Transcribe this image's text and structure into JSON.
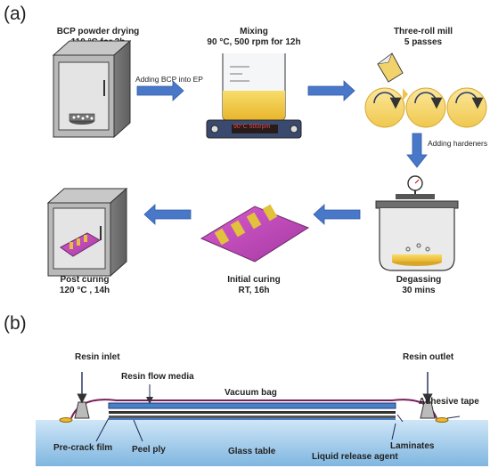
{
  "panel_a": "(a)",
  "panel_b": "(b)",
  "steps": {
    "drying": {
      "title": "BCP powder drying",
      "detail": "110 °C for 3h"
    },
    "mixing": {
      "title": "Mixing",
      "detail": "90 °C, 500 rpm for 12h"
    },
    "mill": {
      "title": "Three-roll mill",
      "detail": "5 passes"
    },
    "degassing": {
      "title": "Degassing",
      "detail": "30 mins"
    },
    "initial": {
      "title": "Initial curing",
      "detail": "RT, 16h"
    },
    "post": {
      "title": "Post curing",
      "detail": "120 °C , 14h"
    }
  },
  "arrows": {
    "add_bcp": "Adding BCP into EP",
    "add_hardeners": "Adding hardeners"
  },
  "stirrer_display": "90°C 500rpm",
  "labels_b": {
    "resin_inlet": "Resin inlet",
    "resin_outlet": "Resin outlet",
    "flow_media": "Resin flow media",
    "vacuum_bag": "Vacuum bag",
    "adhesive_tape": "Adhesive tape",
    "laminates": "Laminates",
    "precrack": "Pre-crack film",
    "peel_ply": "Peel ply",
    "glass_table": "Glass table",
    "release_agent": "Liquid release agent"
  }
}
